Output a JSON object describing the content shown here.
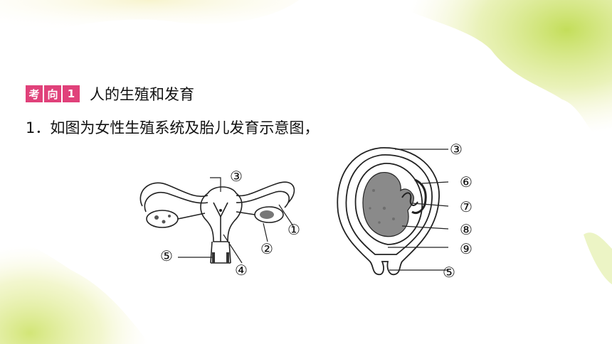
{
  "header": {
    "tags": [
      "考",
      "向",
      "1"
    ],
    "title": "人的生殖和发育"
  },
  "question": {
    "text": "1．如图为女性生殖系统及胎儿发育示意图，"
  },
  "figure_left": {
    "labels": [
      "③",
      "①",
      "②",
      "⑤",
      "④"
    ]
  },
  "figure_right": {
    "labels": [
      "③",
      "⑥",
      "⑦",
      "⑧",
      "⑨",
      "⑤"
    ]
  },
  "colors": {
    "tag_bg": "#e0417a",
    "decor_green": "#c8e05a",
    "decor_yellow": "#f3f0b0"
  }
}
